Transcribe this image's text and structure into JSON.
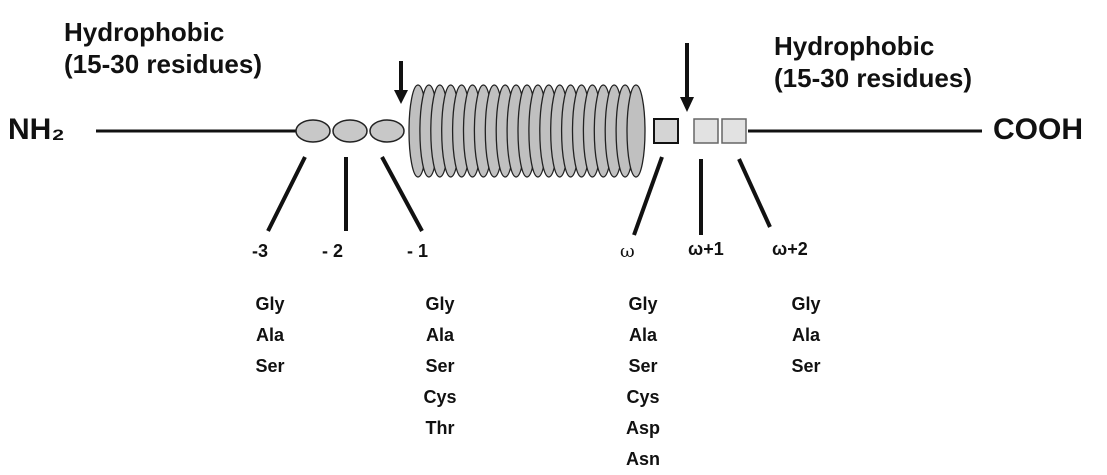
{
  "left_region": {
    "line1": "Hydrophobic",
    "line2": "(15-30 residues)"
  },
  "right_region": {
    "line1": "Hydrophobic",
    "line2": "(15-30 residues)"
  },
  "n_terminus": "NH₂",
  "c_terminus": "COOH",
  "positions": {
    "minus3": "-3",
    "minus2": "- 2",
    "minus1": "- 1",
    "omega": "ω",
    "omega_plus1": "ω+1",
    "omega_plus2": "ω+2"
  },
  "residues": {
    "minus3": [
      "Gly",
      "Ala",
      "Ser"
    ],
    "minus1": [
      "Gly",
      "Ala",
      "Ser",
      "Cys",
      "Thr"
    ],
    "omega": [
      "Gly",
      "Ala",
      "Ser",
      "Cys",
      "Asp",
      "Asn"
    ],
    "omega_plus2": [
      "Gly",
      "Ala",
      "Ser"
    ]
  },
  "colors": {
    "line": "#111111",
    "ellipse_fill": "#c8c8c8",
    "coil_fill": "#c0c0c0",
    "omega_box_fill": "#d4d4d4",
    "downstream_box_fill": "#e2e2e2"
  }
}
